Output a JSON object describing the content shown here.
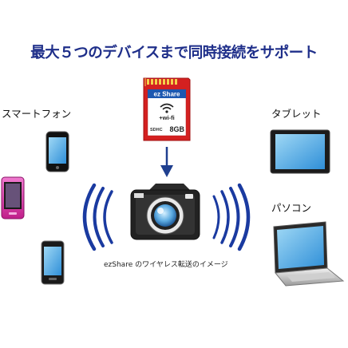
{
  "headline": "最大５つのデバイスまで同時接続をサポート",
  "devices": {
    "smartphone_label": "スマートフォン",
    "tablet_label": "タブレット",
    "pc_label": "パソコン"
  },
  "sd_card": {
    "brand": "ez Share",
    "wifi_text": "+wi-fi",
    "class_mark": "SDHC",
    "capacity": "8GB"
  },
  "caption": "ezShare のワイヤレス転送のイメージ",
  "colors": {
    "headline": "#1f2f8a",
    "sd_card": "#d42020",
    "waves": "#1a3aa0",
    "arrow": "#1f3f8f"
  },
  "icons": [
    "smartphone-black-icon",
    "smartphone-pink-icon",
    "smartphone-dark-icon",
    "tablet-icon",
    "laptop-icon",
    "camera-icon",
    "sd-card-icon",
    "down-arrow-icon",
    "wifi-wave-icon"
  ]
}
